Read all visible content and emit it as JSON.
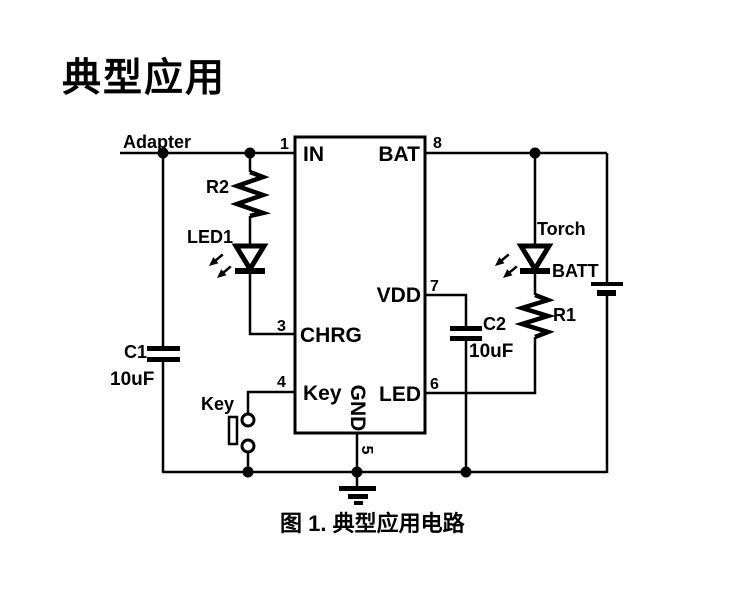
{
  "page": {
    "title": "典型应用",
    "caption": "图 1. 典型应用电路",
    "background": "#ffffff",
    "line_color": "#000000"
  },
  "ic": {
    "pin_in": {
      "num": "1",
      "label": "IN"
    },
    "pin_bat": {
      "num": "8",
      "label": "BAT"
    },
    "pin_vdd": {
      "num": "7",
      "label": "VDD"
    },
    "pin_chrg": {
      "num": "3",
      "label": "CHRG"
    },
    "pin_key": {
      "num": "4",
      "label": "Key"
    },
    "pin_led": {
      "num": "6",
      "label": "LED"
    },
    "pin_gnd": {
      "num": "5",
      "label": "GND"
    }
  },
  "components": {
    "adapter": {
      "label": "Adapter"
    },
    "r2": {
      "label": "R2"
    },
    "led1": {
      "label": "LED1"
    },
    "c1": {
      "label": "C1",
      "value": "10uF"
    },
    "key_button": {
      "label": "Key"
    },
    "torch_led": {
      "label": "Torch"
    },
    "battery": {
      "label": "BATT"
    },
    "r1": {
      "label": "R1"
    },
    "c2": {
      "label": "C2",
      "value": "10uF"
    }
  }
}
